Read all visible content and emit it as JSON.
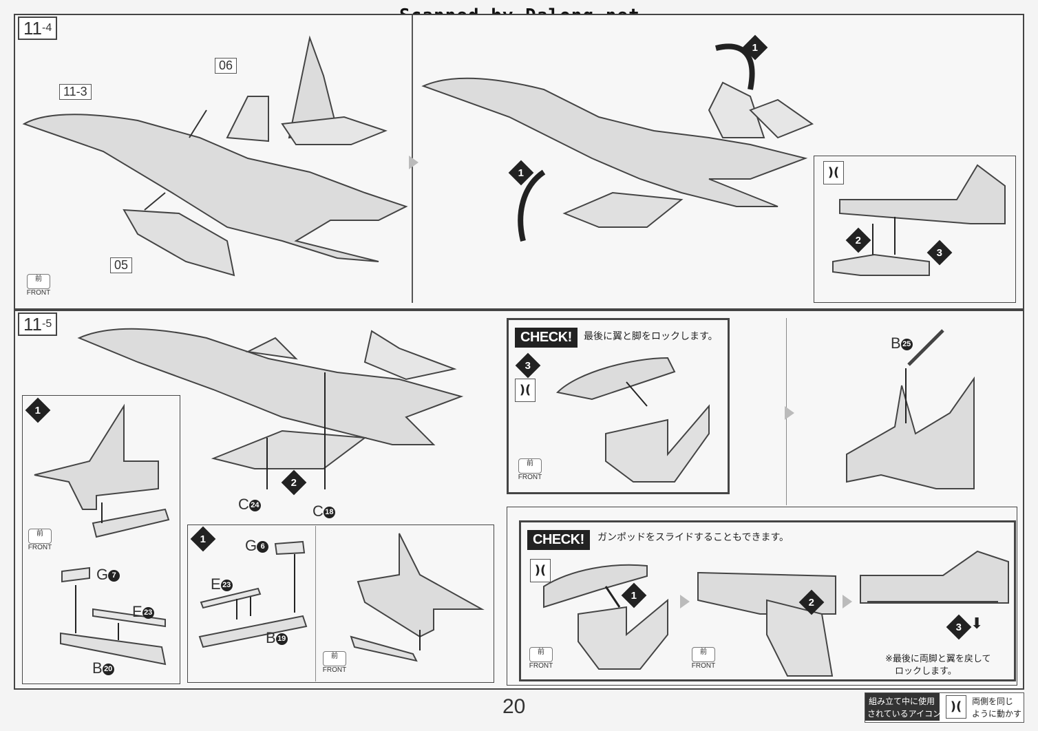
{
  "watermark": "Scanned by Dalong.net",
  "page_number": "20",
  "step_11_4": {
    "label": "11",
    "sub": "-4",
    "ref_tag": "11-3",
    "part_06": "06",
    "part_05": "05",
    "front_kanji": "前",
    "front_text": "FRONT",
    "step1": "1",
    "step2": "2",
    "step3": "3"
  },
  "step_11_5": {
    "label": "11",
    "sub": "-5",
    "step1": "1",
    "step2": "2",
    "part_c24": "C",
    "part_c24_num": "24",
    "part_c18": "C",
    "part_c18_num": "18",
    "inset_left": {
      "part_g7": "G",
      "part_g7_num": "7",
      "part_e23": "E",
      "part_e23_num": "23",
      "part_b20": "B",
      "part_b20_num": "20",
      "front_kanji": "前",
      "front_text": "FRONT"
    },
    "inset_mid": {
      "part_g6": "G",
      "part_g6_num": "6",
      "part_e23": "E",
      "part_e23_num": "23",
      "part_b19": "B",
      "part_b19_num": "19",
      "front_kanji": "前",
      "front_text": "FRONT"
    },
    "part_b25": "B",
    "part_b25_num": "25"
  },
  "check1": {
    "title": "CHECK!",
    "text": "最後に翼と脚をロックします。",
    "step": "3",
    "front_kanji": "前",
    "front_text": "FRONT"
  },
  "check2": {
    "title": "CHECK!",
    "text": "ガンポッドをスライドすることもできます。",
    "step1": "1",
    "step2": "2",
    "step3": "3",
    "note_line1": "※最後に両脚と翼を戻して",
    "note_line2": "ロックします。",
    "front_kanji": "前",
    "front_text": "FRONT"
  },
  "footer": {
    "legend_label_line1": "組み立て中に使用",
    "legend_label_line2": "されているアイコン",
    "icon_desc_line1": "両側を同じ",
    "icon_desc_line2": "ように動かす"
  },
  "colors": {
    "line": "#444444",
    "fill": "#dcdcdc",
    "badge": "#222222"
  }
}
